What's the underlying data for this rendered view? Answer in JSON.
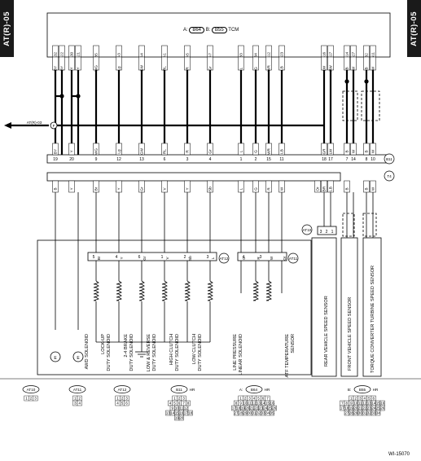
{
  "section_tab": "AT(R)-05",
  "tcm": {
    "label": "TCM",
    "conn_a": "B64",
    "conn_b": "B55",
    "conn_a_prefix": "A:",
    "conn_b_prefix": "B:",
    "pins_top": [
      "A32",
      "A22",
      "A30",
      "A21",
      "B5",
      "A3",
      "A4",
      "A1",
      "A5",
      "A7",
      "B3",
      "B4",
      "B12",
      "B23",
      "B16",
      "B17",
      "B14",
      "B27",
      "B2",
      "B11"
    ],
    "wire_colors_top": [
      "BY",
      "BY",
      "Y",
      "Y",
      "WG",
      "Lg",
      "GW",
      "RL",
      "R",
      "Gr",
      "L",
      "G",
      "WR",
      "LB",
      "LW",
      "RW",
      "B",
      "W",
      "B",
      "W"
    ]
  },
  "external_ref": {
    "label": "AT(R)-03",
    "marker": "F"
  },
  "connector_b11": {
    "code": "B11",
    "pins": [
      "19",
      "20",
      "9",
      "12",
      "13",
      "6",
      "3",
      "4",
      "1",
      "2",
      "15",
      "11",
      "18",
      "17",
      "7",
      "14",
      "8",
      "10"
    ],
    "colors": [
      "BY",
      "Y",
      "WG",
      "Lg",
      "GW",
      "RL",
      "R",
      "Gr",
      "L",
      "G",
      "WR",
      "LB",
      "GR",
      "LW",
      "B",
      "W",
      "B",
      "W"
    ]
  },
  "connector_t4": {
    "code": "T4",
    "colors": [
      "B",
      "Y",
      "Br",
      "Y",
      "Gr",
      "V",
      "Y",
      "Sb",
      "L",
      "G",
      "R",
      "W",
      "Or",
      "BR",
      "LB",
      "B",
      "B",
      "W"
    ]
  },
  "at10": {
    "code": "AT10",
    "pins": [
      "3",
      "2",
      "1"
    ]
  },
  "at11": {
    "code": "AT11",
    "pins": [
      "4",
      "3"
    ]
  },
  "at12": {
    "code": "AT12",
    "pins": [
      "5",
      "4",
      "6",
      "1",
      "2",
      "3"
    ],
    "colors": [
      "Br",
      "Y",
      "Gr",
      "V",
      "Sb",
      "L"
    ]
  },
  "solenoid_pins_at11": [
    "G",
    "R",
    "W",
    "Or"
  ],
  "components": {
    "awd_solenoid": "AWD SOLENOID",
    "lockup": "LOCK-UP\nDUTY SOLENOID",
    "brake": "2-4 BRAKE\nDUTY SOLENOID",
    "low_reverse": "LOW & REVERSE\nDUTY SOLENOID",
    "high_clutch": "HIGH CLUTCH\nDUTY SOLENOID",
    "low_clutch": "LOW CLUTCH\nDUTY SOLENOID",
    "line_pressure": "LINE PRESSURE\nLINEAR SOLENOID",
    "atf_temp": "ATF TEMPERATURE\nSENSOR",
    "rear_speed": "REAR VEHICLE SPEED SENSOR",
    "front_speed": "FRONT VEHICLE SPEED SENSOR",
    "turbine_speed": "TORQUE CONVERTER TURBINE SPEED SENSOR"
  },
  "ground_label": "E",
  "connectors_bottom": {
    "at10": {
      "code": "AT10",
      "rows": [
        [
          "1",
          "2",
          "3"
        ]
      ]
    },
    "at11": {
      "code": "AT11",
      "rows": [
        [
          "1",
          "2"
        ],
        [
          "3",
          "4"
        ]
      ]
    },
    "at12": {
      "code": "AT12",
      "rows": [
        [
          "1",
          "2",
          "3"
        ],
        [
          "4",
          "5",
          "6"
        ]
      ]
    },
    "b11": {
      "code": "B11",
      "suffix": "HR",
      "rows": [
        [
          "1",
          "2",
          "3"
        ],
        [
          "4",
          "5",
          "6",
          "7",
          "8"
        ],
        [
          "9",
          "10",
          "11",
          "12"
        ],
        [
          "13",
          "14",
          "15",
          "16",
          "17",
          "18"
        ],
        [
          "19",
          "20"
        ]
      ]
    },
    "b64": {
      "code": "B64",
      "prefix": "A:",
      "suffix": "HR",
      "rows": [
        [
          "1",
          "2",
          "3",
          "4",
          "5",
          "6",
          "7"
        ],
        [
          "8",
          "9",
          "10",
          "11",
          "12",
          "13",
          "14",
          "15",
          "16"
        ],
        [
          "17",
          "18",
          "19",
          "20",
          "21",
          "22",
          "23",
          "24",
          "25",
          "26"
        ],
        [
          "27",
          "28",
          "29",
          "30",
          "31",
          "32",
          "33",
          "34",
          "35"
        ]
      ]
    },
    "b55": {
      "code": "B55",
      "prefix": "B:",
      "suffix": "HR",
      "rows": [
        [
          "1",
          "2",
          "3",
          "4",
          "5",
          "6"
        ],
        [
          "7",
          "8",
          "9",
          "10",
          "11",
          "12",
          "13",
          "14",
          "15",
          "16"
        ],
        [
          "17",
          "18",
          "19",
          "20",
          "21",
          "22",
          "23",
          "24",
          "25",
          "26"
        ],
        [
          "27",
          "28",
          "29",
          "30",
          "31",
          "32",
          "33",
          "34"
        ]
      ]
    }
  },
  "figure_id": "WI-15070"
}
